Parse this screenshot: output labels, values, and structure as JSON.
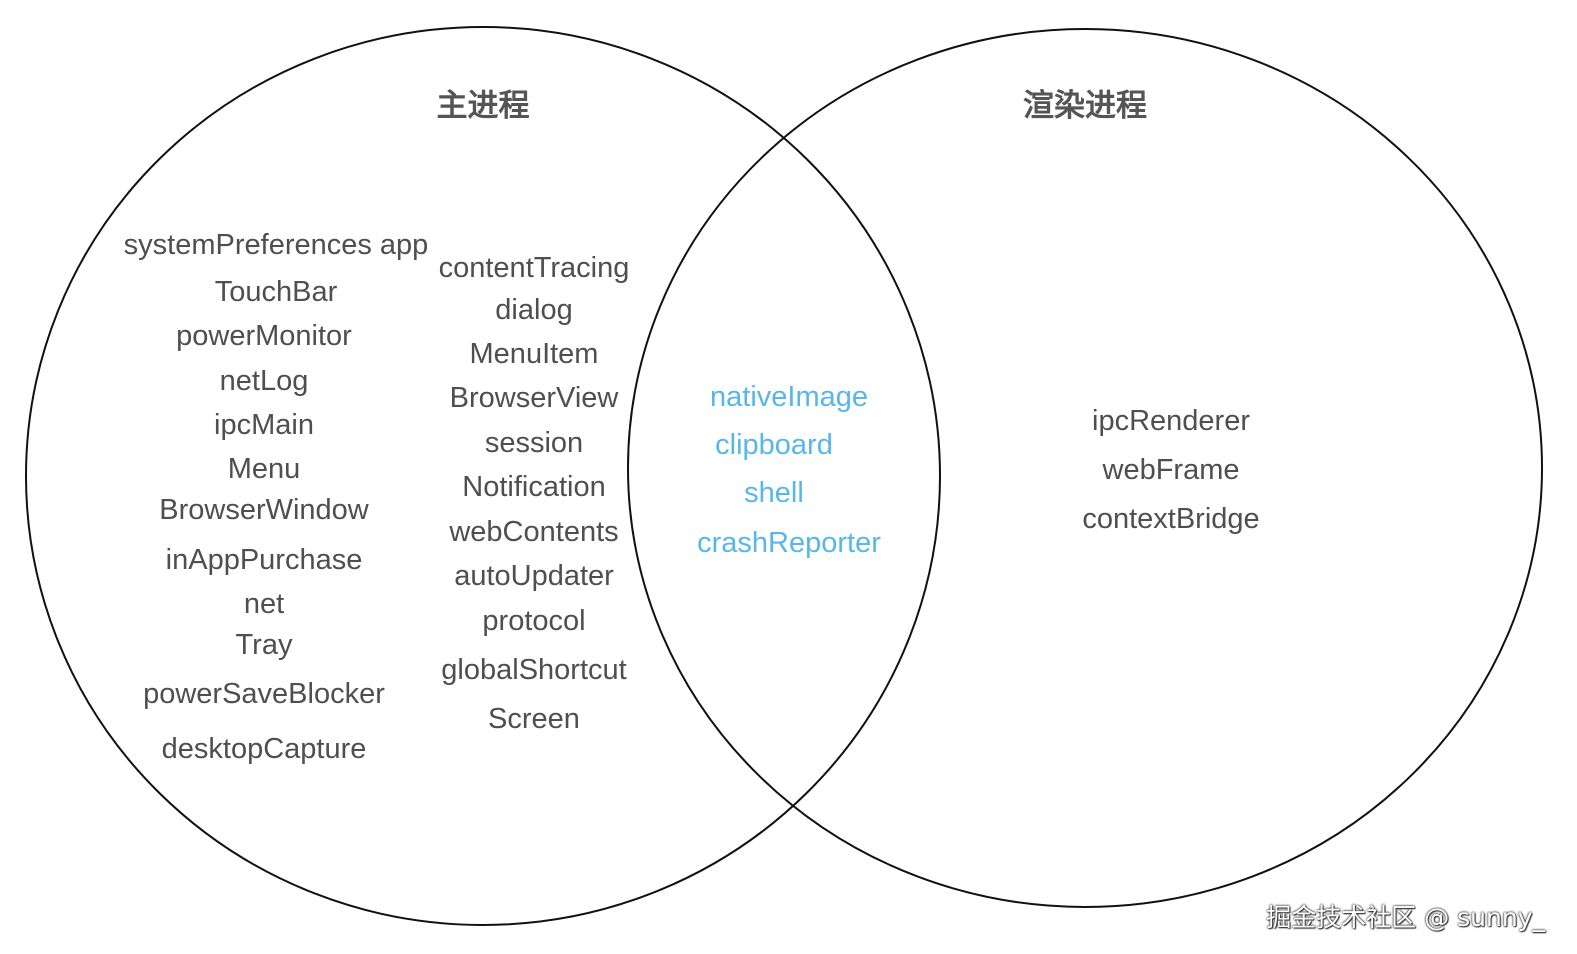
{
  "titles": {
    "main": "主进程",
    "renderer": "渲染进程"
  },
  "main_only": {
    "col1": [
      "systemPreferences app",
      "TouchBar",
      "powerMonitor",
      "netLog",
      "ipcMain",
      "Menu",
      "BrowserWindow",
      "inAppPurchase",
      "net",
      "Tray",
      "powerSaveBlocker",
      "desktopCapture"
    ],
    "col2": [
      "contentTracing",
      "dialog",
      "MenuItem",
      "BrowserView",
      "session",
      "Notification",
      "webContents",
      "autoUpdater",
      "protocol",
      "globalShortcut",
      "Screen"
    ]
  },
  "shared": [
    "nativeImage",
    "clipboard",
    "shell",
    "crashReporter"
  ],
  "renderer_only": [
    "ipcRenderer",
    "webFrame",
    "contextBridge"
  ],
  "watermark": "掘金技术社区 @ sunny_",
  "colors": {
    "text": "#4f4f4f",
    "shared_text": "#58b6ea",
    "circle_stroke": "#111111",
    "background": "#ffffff"
  }
}
